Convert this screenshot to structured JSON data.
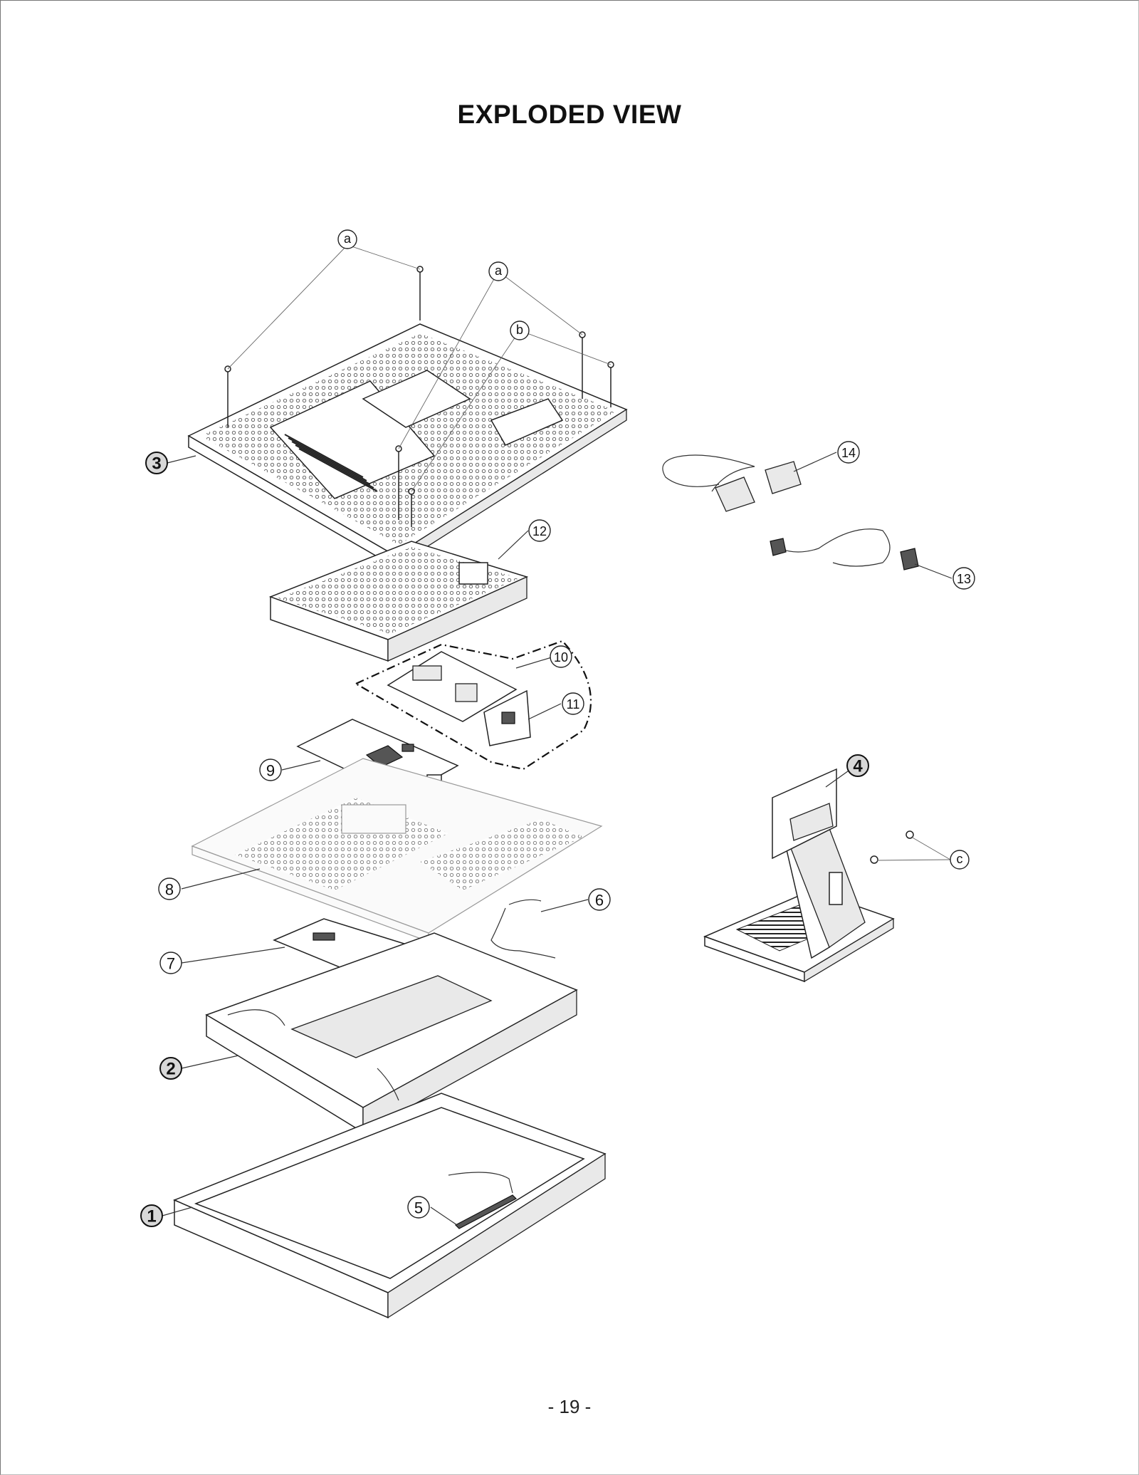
{
  "title": "EXPLODED VIEW",
  "page_number": "- 19 -",
  "callouts": {
    "p1": "1",
    "p2": "2",
    "p3": "3",
    "p4": "4",
    "p5": "5",
    "p6": "6",
    "p7": "7",
    "p8": "8",
    "p9": "9",
    "p10": "10",
    "p11": "11",
    "p12": "12",
    "p13": "13",
    "p14": "14",
    "a1": "a",
    "a2": "a",
    "b": "b",
    "c": "c"
  }
}
